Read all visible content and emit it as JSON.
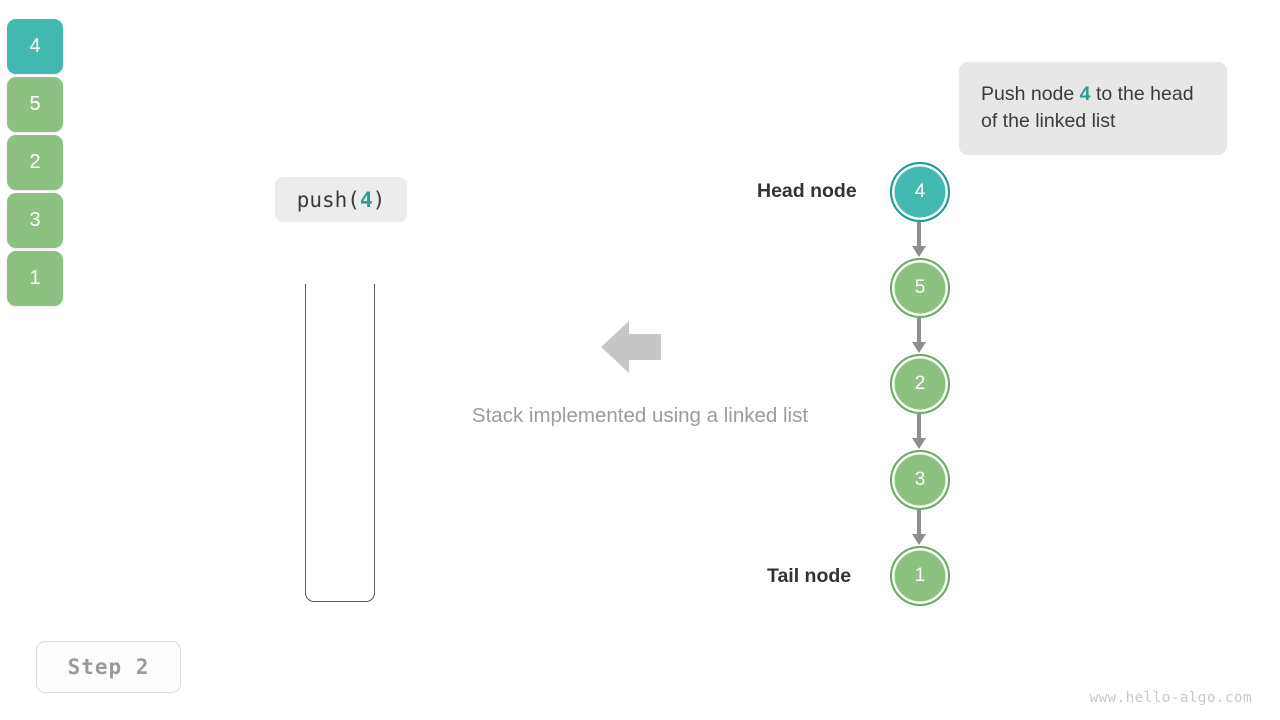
{
  "callout": {
    "text_before": "Push node ",
    "accent": "4",
    "text_after": " to the head of the linked list"
  },
  "operation": {
    "name": "push",
    "open_paren": "(",
    "argument": "4",
    "close_paren": ")"
  },
  "stack": {
    "blocks": [
      {
        "value": "4",
        "color": "#42b8b0",
        "highlighted": true
      },
      {
        "value": "5",
        "color": "#8cc182",
        "highlighted": false
      },
      {
        "value": "2",
        "color": "#8cc182",
        "highlighted": false
      },
      {
        "value": "3",
        "color": "#8cc182",
        "highlighted": false
      },
      {
        "value": "1",
        "color": "#8cc182",
        "highlighted": false
      }
    ]
  },
  "caption": "Stack implemented using a linked list",
  "linked_list": {
    "head_label": "Head node",
    "tail_label": "Tail node",
    "nodes": [
      {
        "value": "4",
        "style": "teal"
      },
      {
        "value": "5",
        "style": "green"
      },
      {
        "value": "2",
        "style": "green"
      },
      {
        "value": "3",
        "style": "green"
      },
      {
        "value": "1",
        "style": "green"
      }
    ]
  },
  "step_badge": "Step 2",
  "footer": "www.hello-algo.com",
  "colors": {
    "teal": "#42b8b0",
    "teal_ring": "#189b96",
    "teal_accent": "#2a9d8f",
    "green": "#8cc182",
    "green_ring": "#6aad63",
    "arrow_gray": "#8e8e8e",
    "callout_bg": "#e7e7e7",
    "caption_gray": "#9b9b9b"
  }
}
